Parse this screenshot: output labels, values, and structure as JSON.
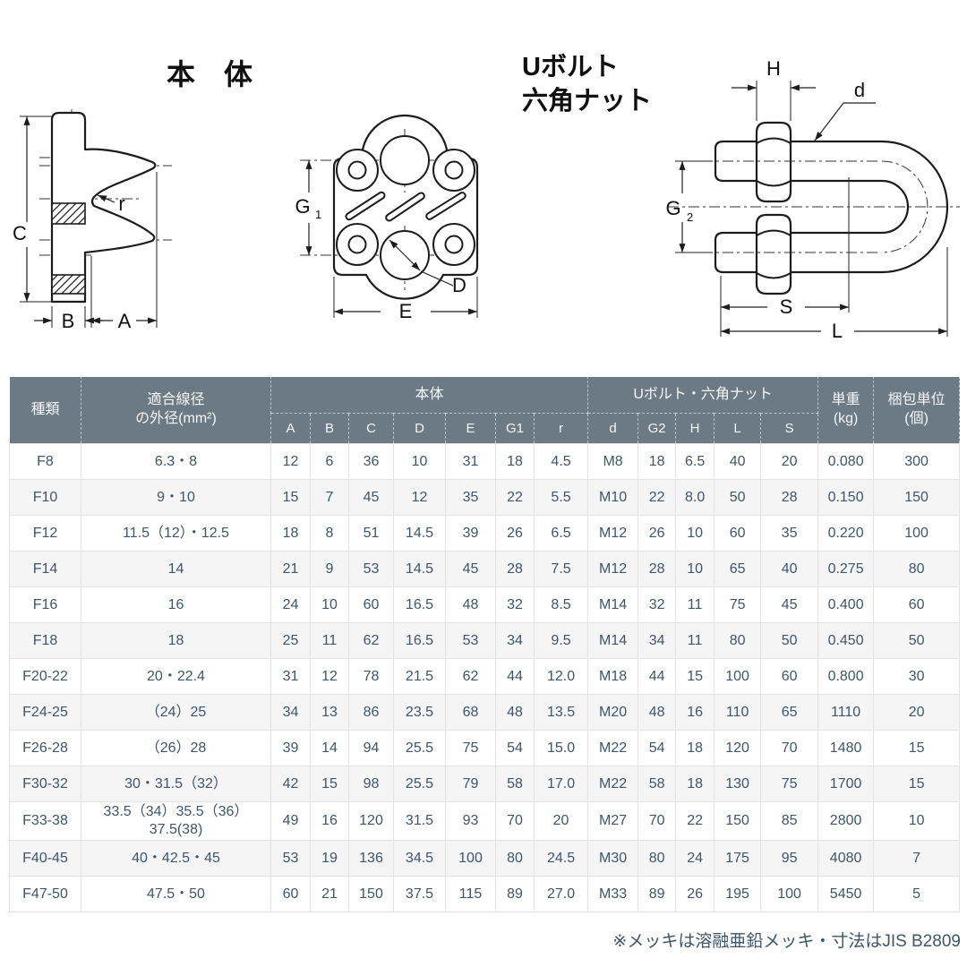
{
  "diagrams": {
    "body": {
      "title": "本　体",
      "dim_c": "C",
      "dim_r": "r",
      "dim_b": "B",
      "dim_a": "A"
    },
    "plate": {
      "dim_g": "G",
      "dim_g_sub": "1",
      "dim_d": "D",
      "dim_e": "E"
    },
    "ubolt": {
      "title_line1": "Uボルト",
      "title_line2": "六角ナット",
      "dim_h": "H",
      "dim_d": "d",
      "dim_g": "G",
      "dim_g_sub": "2",
      "dim_s": "S",
      "dim_l": "L"
    }
  },
  "table": {
    "header": {
      "kind": "種類",
      "wire_line1": "適合線径",
      "wire_line2": "の外径(mm²)",
      "group_body": "本体",
      "group_ubolt": "Uボルト・六角ナット",
      "weight_line1": "単重",
      "weight_line2": "(kg)",
      "pack_line1": "梱包単位",
      "pack_line2": "(個)",
      "body_cols": [
        "A",
        "B",
        "C",
        "D",
        "E",
        "G1",
        "r"
      ],
      "ubolt_cols": [
        "d",
        "G2",
        "H",
        "L",
        "S"
      ]
    },
    "rows": [
      {
        "kind": "F8",
        "wire": "6.3・8",
        "body": [
          "12",
          "6",
          "36",
          "10",
          "31",
          "18",
          "4.5"
        ],
        "ubolt": [
          "M8",
          "18",
          "6.5",
          "40",
          "20"
        ],
        "weight": "0.080",
        "pack": "300"
      },
      {
        "kind": "F10",
        "wire": "9・10",
        "body": [
          "15",
          "7",
          "45",
          "12",
          "35",
          "22",
          "5.5"
        ],
        "ubolt": [
          "M10",
          "22",
          "8.0",
          "50",
          "28"
        ],
        "weight": "0.150",
        "pack": "150"
      },
      {
        "kind": "F12",
        "wire": "11.5（12）・12.5",
        "body": [
          "18",
          "8",
          "51",
          "14.5",
          "39",
          "26",
          "6.5"
        ],
        "ubolt": [
          "M12",
          "26",
          "10",
          "60",
          "35"
        ],
        "weight": "0.220",
        "pack": "100"
      },
      {
        "kind": "F14",
        "wire": "14",
        "body": [
          "21",
          "9",
          "53",
          "14.5",
          "45",
          "28",
          "7.5"
        ],
        "ubolt": [
          "M12",
          "28",
          "10",
          "65",
          "40"
        ],
        "weight": "0.275",
        "pack": "80"
      },
      {
        "kind": "F16",
        "wire": "16",
        "body": [
          "24",
          "10",
          "60",
          "16.5",
          "48",
          "32",
          "8.5"
        ],
        "ubolt": [
          "M14",
          "32",
          "11",
          "75",
          "45"
        ],
        "weight": "0.400",
        "pack": "60"
      },
      {
        "kind": "F18",
        "wire": "18",
        "body": [
          "25",
          "11",
          "62",
          "16.5",
          "53",
          "34",
          "9.5"
        ],
        "ubolt": [
          "M14",
          "34",
          "11",
          "80",
          "50"
        ],
        "weight": "0.450",
        "pack": "50"
      },
      {
        "kind": "F20-22",
        "wire": "20・22.4",
        "body": [
          "31",
          "12",
          "78",
          "21.5",
          "62",
          "44",
          "12.0"
        ],
        "ubolt": [
          "M18",
          "44",
          "15",
          "100",
          "60"
        ],
        "weight": "0.800",
        "pack": "30"
      },
      {
        "kind": "F24-25",
        "wire": "（24）25",
        "body": [
          "34",
          "13",
          "86",
          "23.5",
          "68",
          "48",
          "13.5"
        ],
        "ubolt": [
          "M20",
          "48",
          "16",
          "110",
          "65"
        ],
        "weight": "1110",
        "pack": "20"
      },
      {
        "kind": "F26-28",
        "wire": "（26）28",
        "body": [
          "39",
          "14",
          "94",
          "25.5",
          "75",
          "54",
          "15.0"
        ],
        "ubolt": [
          "M22",
          "54",
          "18",
          "120",
          "70"
        ],
        "weight": "1480",
        "pack": "15"
      },
      {
        "kind": "F30-32",
        "wire": "30・31.5（32）",
        "body": [
          "42",
          "15",
          "98",
          "25.5",
          "79",
          "58",
          "17.0"
        ],
        "ubolt": [
          "M22",
          "58",
          "18",
          "130",
          "75"
        ],
        "weight": "1700",
        "pack": "15"
      },
      {
        "kind": "F33-38",
        "wire": "33.5（34）35.5（36）",
        "wire2": "37.5(38)",
        "body": [
          "49",
          "16",
          "120",
          "31.5",
          "93",
          "70",
          "20"
        ],
        "ubolt": [
          "M27",
          "70",
          "22",
          "150",
          "85"
        ],
        "weight": "2800",
        "pack": "10"
      },
      {
        "kind": "F40-45",
        "wire": "40・42.5・45",
        "body": [
          "53",
          "19",
          "136",
          "34.5",
          "100",
          "80",
          "24.5"
        ],
        "ubolt": [
          "M30",
          "80",
          "24",
          "175",
          "95"
        ],
        "weight": "4080",
        "pack": "7"
      },
      {
        "kind": "F47-50",
        "wire": "47.5・50",
        "body": [
          "60",
          "21",
          "150",
          "37.5",
          "115",
          "89",
          "27.0"
        ],
        "ubolt": [
          "M33",
          "89",
          "26",
          "195",
          "100"
        ],
        "weight": "5450",
        "pack": "5"
      }
    ]
  },
  "footnote": "※メッキは溶融亜鉛メッキ・寸法はJIS B2809"
}
